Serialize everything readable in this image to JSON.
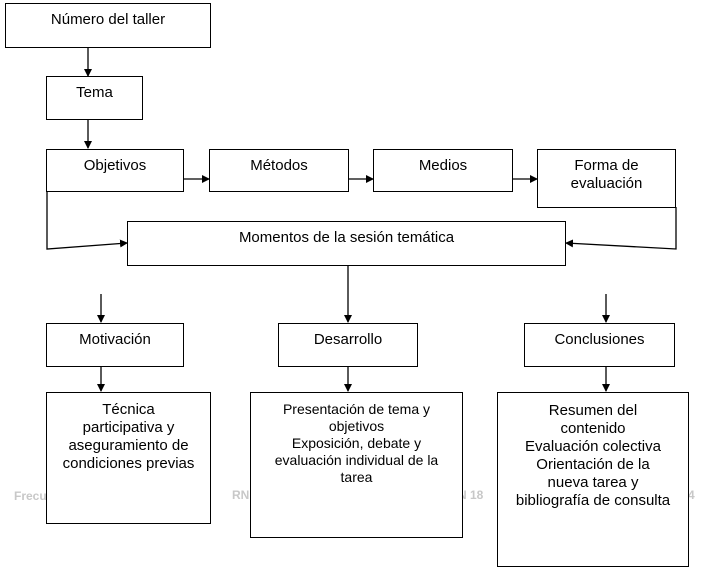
{
  "boxes": {
    "numero": "Número del taller",
    "tema": "Tema",
    "objetivos": "Objetivos",
    "metodos": "Métodos",
    "medios": "Medios",
    "forma": "Forma de\nevaluación",
    "momentos": "Momentos de la sesión temática",
    "motivacion": "Motivación",
    "desarrollo": "Desarrollo",
    "conclusiones": "Conclusiones",
    "tecnica": "Técnica\nparticipativa y\naseguramiento de\ncondiciones previas",
    "presentacion": "Presentación de tema y\nobjetivos\nExposición, debate y\nevaluación individual de la\ntarea",
    "resumen": "Resumen del\ncontenido\nEvaluación colectiva\nOrientación de la\nnueva tarea y\nbibliografía de consulta"
  },
  "watermark": {
    "left": "Frecu",
    "mid": "RN",
    "right": "SSN 18",
    "edge": "4"
  }
}
